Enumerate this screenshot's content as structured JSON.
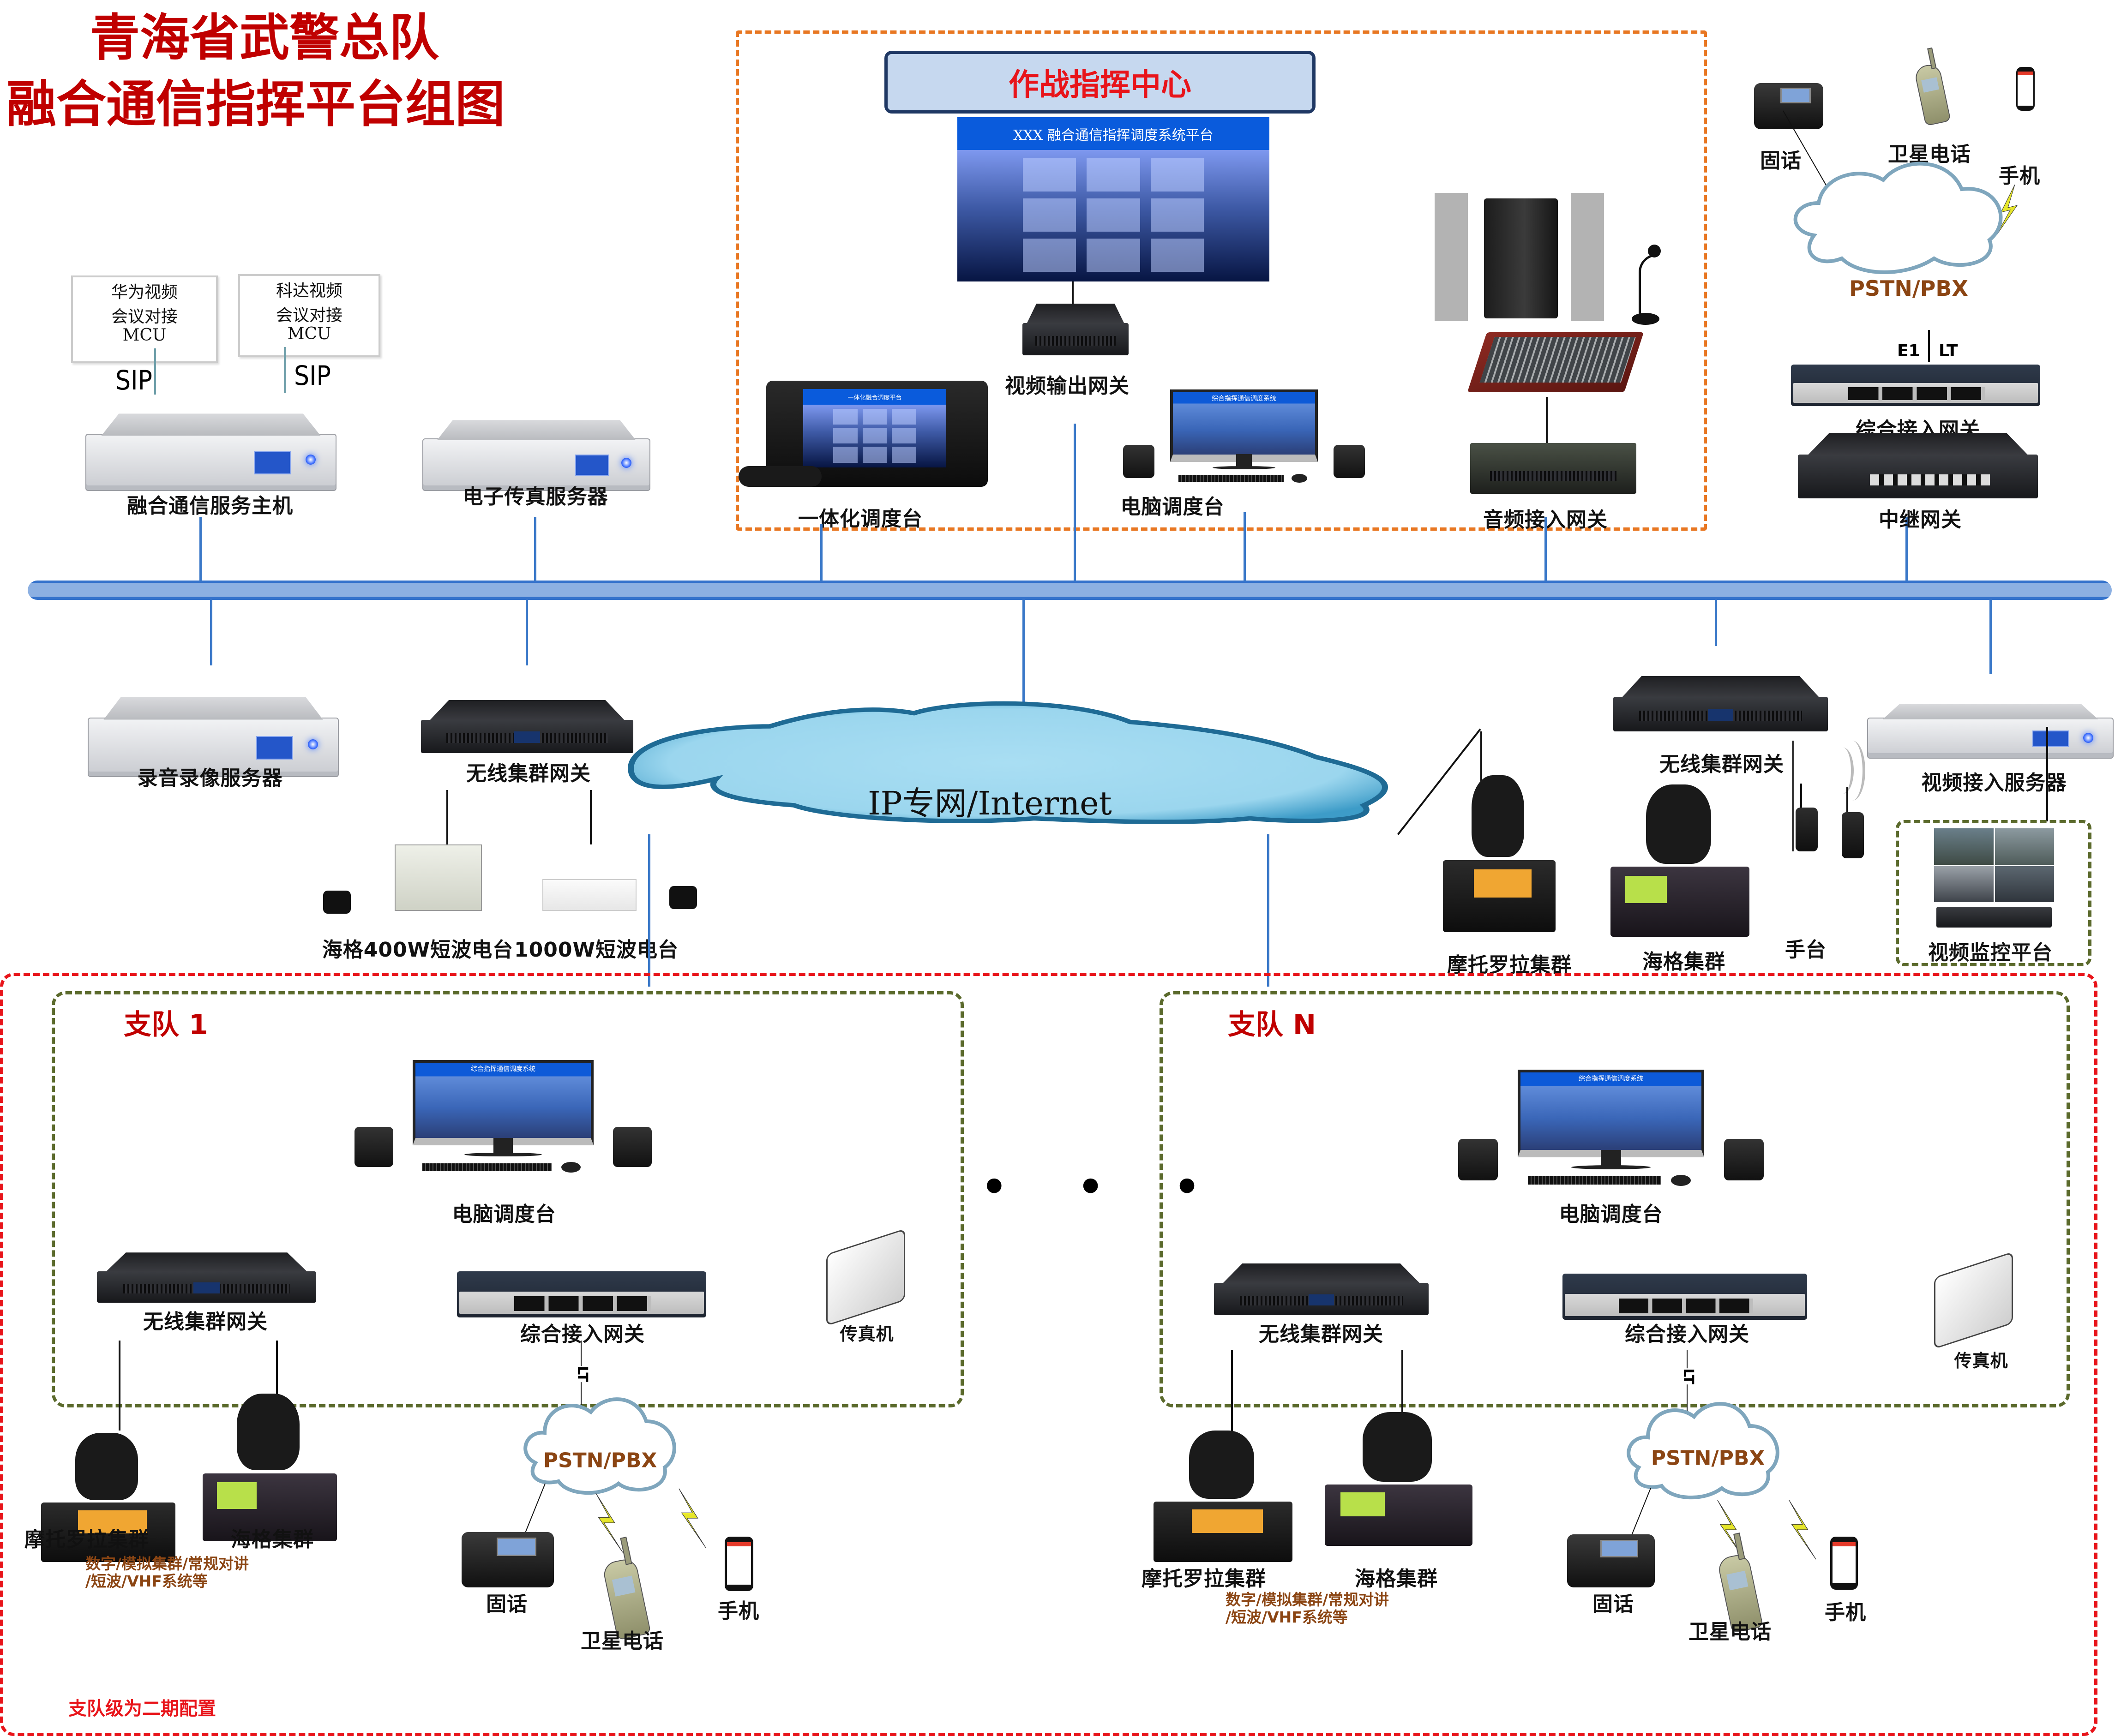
{
  "title": {
    "line1": "青海省武警总队",
    "line2": "融合通信指挥平台组图"
  },
  "colors": {
    "title_red": "#c00000",
    "bus_blue": "#3a78c8",
    "command_center_border": "#e87722",
    "detachment_region_border": "#e8141a",
    "detachment_box_border": "#5b6a2c",
    "pstn_text": "#8b4513"
  },
  "command_center": {
    "header": "作战指挥中心",
    "video_wall_title": "XXX 融合通信指挥调度系统平台",
    "video_output_gateway": "视频输出网关",
    "integrated_console": "一体化调度台",
    "integrated_console_screen": "一体化融合调度平台",
    "pc_console": "电脑调度台",
    "pc_console_screen": "综合指挥通信调度系统",
    "audio_gateway": "音频接入网关"
  },
  "hq_left": {
    "mcu_huawei": {
      "line1": "华为视频",
      "line2": "会议对接",
      "line3": "MCU"
    },
    "mcu_keda": {
      "line1": "科达视频",
      "line2": "会议对接",
      "line3": "MCU"
    },
    "sip_label": "SIP",
    "converged_server": "融合通信服务主机",
    "fax_server": "电子传真服务器",
    "recording_server": "录音录像服务器",
    "wireless_gateway": "无线集群网关",
    "hf_radio_400w": "海格400W短波电台",
    "hf_radio_1000w": "1000W短波电台"
  },
  "network": {
    "cloud_label": "IP专网/Internet",
    "ellipsis": "• • •"
  },
  "hq_right": {
    "landline": "固话",
    "sat_phone": "卫星电话",
    "mobile": "手机",
    "pstn": "PSTN/PBX",
    "e1": "E1",
    "lt": "LT",
    "integrated_gateway": "综合接入网关",
    "trunk_gateway": "中继网关",
    "wireless_gateway": "无线集群网关",
    "video_access_server": "视频接入服务器",
    "motorola": "摩托罗拉集群",
    "hytera": "海格集群",
    "handheld": "手台",
    "video_surveillance": "视频监控平台"
  },
  "detachments": [
    {
      "name": "支队 1",
      "pc_console": "电脑调度台",
      "pc_console_screen": "综合指挥通信调度系统",
      "wireless_gateway": "无线集群网关",
      "integrated_gateway": "综合接入网关",
      "fax": "传真机",
      "lt": "LT",
      "motorola": "摩托罗拉集群",
      "hytera": "海格集群",
      "radio_note_line1": "数字/模拟集群/常规对讲",
      "radio_note_line2": "/短波/VHF系统等",
      "pstn": "PSTN/PBX",
      "landline": "固话",
      "sat_phone": "卫星电话",
      "mobile": "手机"
    },
    {
      "name": "支队 N",
      "pc_console": "电脑调度台",
      "pc_console_screen": "综合指挥通信调度系统",
      "wireless_gateway": "无线集群网关",
      "integrated_gateway": "综合接入网关",
      "fax": "传真机",
      "lt": "LT",
      "motorola": "摩托罗拉集群",
      "hytera": "海格集群",
      "radio_note_line1": "数字/模拟集群/常规对讲",
      "radio_note_line2": "/短波/VHF系统等",
      "pstn": "PSTN/PBX",
      "landline": "固话",
      "sat_phone": "卫星电话",
      "mobile": "手机"
    }
  ],
  "footnote": "支队级为二期配置"
}
